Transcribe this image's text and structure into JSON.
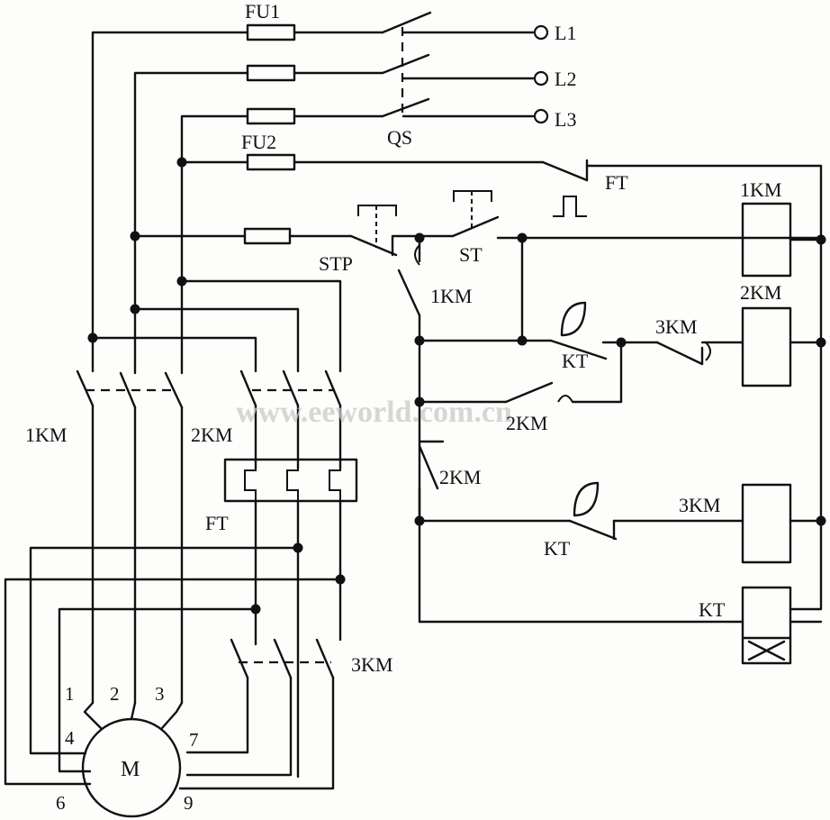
{
  "labels": {
    "fu1": "FU1",
    "fu2": "FU2",
    "qs": "QS",
    "l1": "L1",
    "l2": "L2",
    "l3": "L3",
    "ft_contact": "FT",
    "ft_relay": "FT",
    "stp": "STP",
    "st": "ST",
    "km1_aux": "1KM",
    "km1_main": "1KM",
    "km2_main": "2KM",
    "km2_aux_nc": "2KM",
    "km2_aux_no": "2KM",
    "km3_main": "3KM",
    "km3_aux": "3KM",
    "kt_contact1": "KT",
    "kt_contact2": "KT",
    "coil_1km": "1KM",
    "coil_2km": "2KM",
    "coil_3km": "3KM",
    "coil_kt": "KT",
    "motor": "M"
  },
  "terminals": [
    "1",
    "2",
    "3",
    "4",
    "6",
    "7",
    "9"
  ],
  "watermark": "www.eeworld.com.cn"
}
